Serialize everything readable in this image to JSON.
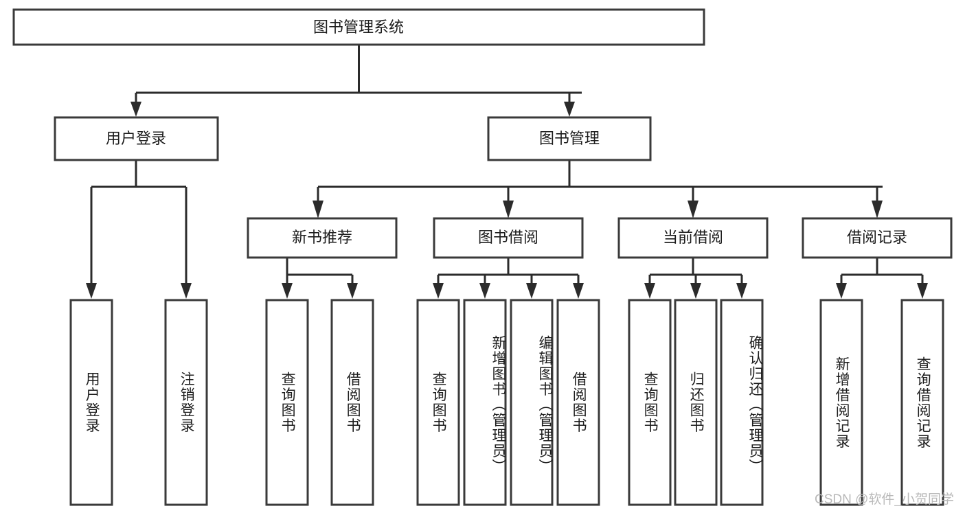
{
  "diagram": {
    "title": "图书管理系统",
    "type": "tree-hierarchy",
    "root": {
      "id": "root",
      "label": "图书管理系统",
      "orientation": "horizontal"
    },
    "level1": [
      {
        "id": "user-login",
        "label": "用户登录",
        "orientation": "horizontal"
      },
      {
        "id": "book-manage",
        "label": "图书管理",
        "orientation": "horizontal"
      }
    ],
    "level2": [
      {
        "id": "new-book-recommend",
        "label": "新书推荐",
        "orientation": "horizontal",
        "parent": "book-manage"
      },
      {
        "id": "book-borrow",
        "label": "图书借阅",
        "orientation": "horizontal",
        "parent": "book-manage"
      },
      {
        "id": "current-borrow",
        "label": "当前借阅",
        "orientation": "horizontal",
        "parent": "book-manage"
      },
      {
        "id": "borrow-record",
        "label": "借阅记录",
        "orientation": "horizontal",
        "parent": "book-manage"
      }
    ],
    "leaves": [
      {
        "id": "leaf-user-login",
        "label": "用户登录",
        "orientation": "vertical",
        "parent": "user-login"
      },
      {
        "id": "leaf-logout-login",
        "label": "注销登录",
        "orientation": "vertical",
        "parent": "user-login"
      },
      {
        "id": "leaf-query-book-1",
        "label": "查询图书",
        "orientation": "vertical",
        "parent": "new-book-recommend"
      },
      {
        "id": "leaf-borrow-book-1",
        "label": "借阅图书",
        "orientation": "vertical",
        "parent": "new-book-recommend"
      },
      {
        "id": "leaf-query-book-2",
        "label": "查询图书",
        "orientation": "vertical",
        "parent": "book-borrow"
      },
      {
        "id": "leaf-add-book",
        "label": "新增图书（管理员）",
        "orientation": "vertical",
        "parent": "book-borrow"
      },
      {
        "id": "leaf-edit-book",
        "label": "编辑图书（管理员）",
        "orientation": "vertical",
        "parent": "book-borrow"
      },
      {
        "id": "leaf-borrow-book-2",
        "label": "借阅图书",
        "orientation": "vertical",
        "parent": "book-borrow"
      },
      {
        "id": "leaf-query-book-3",
        "label": "查询图书",
        "orientation": "vertical",
        "parent": "current-borrow"
      },
      {
        "id": "leaf-return-book",
        "label": "归还图书",
        "orientation": "vertical",
        "parent": "current-borrow"
      },
      {
        "id": "leaf-confirm-return",
        "label": "确认归还（管理员）",
        "orientation": "vertical",
        "parent": "current-borrow"
      },
      {
        "id": "leaf-add-record",
        "label": "新增借阅记录",
        "orientation": "vertical",
        "parent": "borrow-record"
      },
      {
        "id": "leaf-query-record",
        "label": "查询借阅记录",
        "orientation": "vertical",
        "parent": "borrow-record"
      }
    ],
    "colors": {
      "background": "#ffffff",
      "box_fill": "#ffffff",
      "box_stroke": "#3a3a3a",
      "connector": "#2b2b2b",
      "text": "#1d1d1d",
      "watermark": "#b9b9b9"
    }
  },
  "watermark": {
    "text": "CSDN @软件_小贺同学"
  }
}
